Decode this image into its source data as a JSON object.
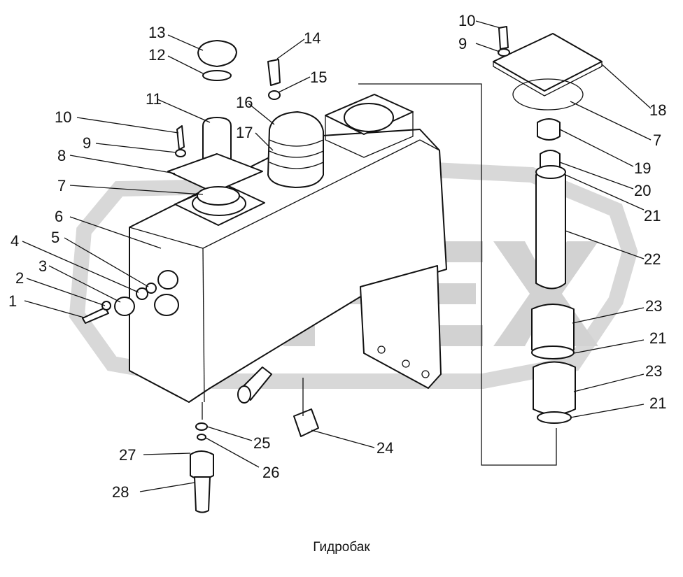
{
  "caption": "Гидробак",
  "watermark": {
    "text": "ОРЕХ",
    "color": "#d2d2d2"
  },
  "callouts": [
    {
      "id": "1",
      "label": "1"
    },
    {
      "id": "2",
      "label": "2"
    },
    {
      "id": "3",
      "label": "3"
    },
    {
      "id": "4",
      "label": "4"
    },
    {
      "id": "5",
      "label": "5"
    },
    {
      "id": "6",
      "label": "6"
    },
    {
      "id": "7a",
      "label": "7"
    },
    {
      "id": "8",
      "label": "8"
    },
    {
      "id": "9a",
      "label": "9"
    },
    {
      "id": "10a",
      "label": "10"
    },
    {
      "id": "11",
      "label": "11"
    },
    {
      "id": "12",
      "label": "12"
    },
    {
      "id": "13",
      "label": "13"
    },
    {
      "id": "14",
      "label": "14"
    },
    {
      "id": "15",
      "label": "15"
    },
    {
      "id": "16",
      "label": "16"
    },
    {
      "id": "17",
      "label": "17"
    },
    {
      "id": "10b",
      "label": "10"
    },
    {
      "id": "9b",
      "label": "9"
    },
    {
      "id": "18",
      "label": "18"
    },
    {
      "id": "7b",
      "label": "7"
    },
    {
      "id": "19",
      "label": "19"
    },
    {
      "id": "20",
      "label": "20"
    },
    {
      "id": "21a",
      "label": "21"
    },
    {
      "id": "22",
      "label": "22"
    },
    {
      "id": "23a",
      "label": "23"
    },
    {
      "id": "21b",
      "label": "21"
    },
    {
      "id": "23b",
      "label": "23"
    },
    {
      "id": "21c",
      "label": "21"
    },
    {
      "id": "24",
      "label": "24"
    },
    {
      "id": "25",
      "label": "25"
    },
    {
      "id": "26",
      "label": "26"
    },
    {
      "id": "27",
      "label": "27"
    },
    {
      "id": "28",
      "label": "28"
    }
  ]
}
